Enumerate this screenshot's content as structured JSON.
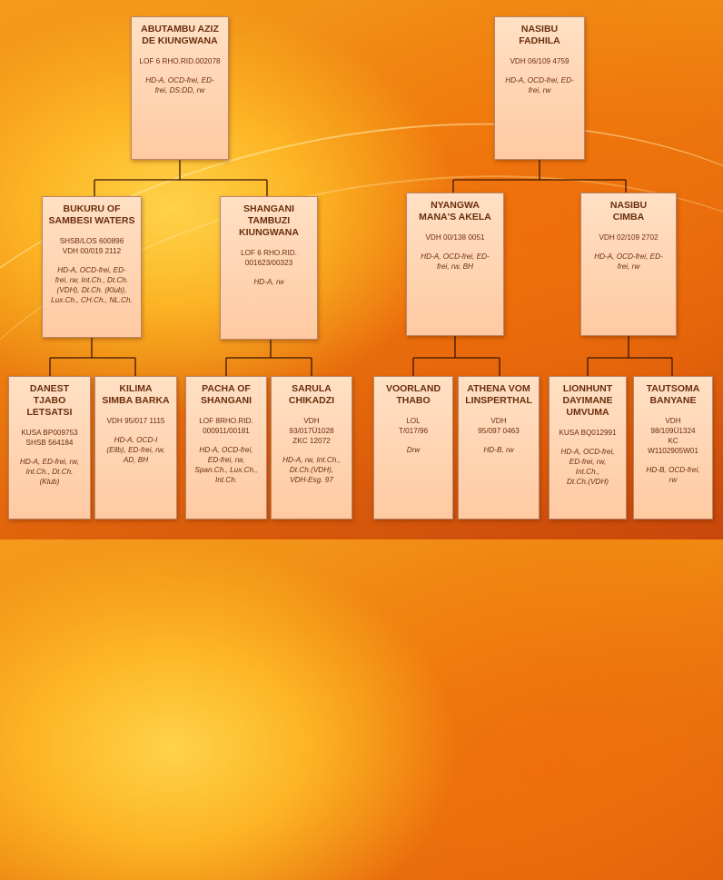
{
  "pedigree": [
    {
      "id": "g1a",
      "name": "ABUTAMBU AZIZ\nDE KIUNGWANA",
      "reg": "LOF 6 RHO.RID.002078",
      "health": "HD-A, OCD-frei, ED-\nfrei, DS:DD, rw"
    },
    {
      "id": "g1b",
      "name": "NASIBU\nFADHILA",
      "reg": "VDH 06/109 4759",
      "health": "HD-A, OCD-frei, ED-\nfrei, rw"
    },
    {
      "id": "g2a",
      "name": "BUKURU OF\nSAMBESI WATERS",
      "reg": "SHSB/LOS 600896\nVDH 00/019 2112",
      "health": "HD-A, OCD-frei, ED-\nfrei, rw, Int.Ch., Dt.Ch.\n(VDH), Dt.Ch. (Klub),\nLux.Ch., CH.Ch., NL.Ch."
    },
    {
      "id": "g2b",
      "name": "SHANGANI\nTAMBUZI\nKIUNGWANA",
      "reg": "LOF 6 RHO.RID.\n001623/00323",
      "health": "HD-A, rw"
    },
    {
      "id": "g2c",
      "name": "NYANGWA\nMANA'S AKELA",
      "reg": "VDH 00/138 0051",
      "health": "HD-A, OCD-frei, ED-\nfrei, rw, BH"
    },
    {
      "id": "g2d",
      "name": "NASIBU\nCIMBA",
      "reg": "VDH 02/109 2702",
      "health": "HD-A, OCD-frei, ED-\nfrei, rw"
    },
    {
      "id": "g3a",
      "name": "DANEST\nTJABO\nLETSATSI",
      "reg": "KUSA BP009753\nSHSB 564184",
      "health": "HD-A, ED-frei, rw,\nInt.Ch., Dt.Ch.\n(Klub)"
    },
    {
      "id": "g3b",
      "name": "KILIMA\nSIMBA BARKA",
      "reg": "VDH 95/017 1115",
      "health": "HD-A, OCD-I\n(Ellb), ED-frei, rw,\nAD, BH"
    },
    {
      "id": "g3c",
      "name": "PACHA OF\nSHANGANI",
      "reg": "LOF 8RHO.RID.\n000911/00181",
      "health": "HD-A, OCD-frei,\nED-frei, rw,\nSpan.Ch., Lux.Ch.,\nInt.Ch."
    },
    {
      "id": "g3d",
      "name": "SARULA\nCHIKADZI",
      "reg": "VDH\n93/017Ü1028\nZKC 12072",
      "health": "HD-A, rw, Int.Ch.,\nDt.Ch.(VDH),\nVDH-Esg. 97"
    },
    {
      "id": "g3e",
      "name": "VOORLAND\nTHABO",
      "reg": "LOL\nT/017/96",
      "health": "Drw"
    },
    {
      "id": "g3f",
      "name": "ATHENA VOM\nLINSPERTHAL",
      "reg": "VDH\n95/097 0463",
      "health": "HD-B, rw"
    },
    {
      "id": "g3g",
      "name": "LIONHUNT\nDAYIMANE\nUMVUMA",
      "reg": "KUSA BQ012991",
      "health": "HD-A, OCD-frei,\nED-frei, rw,\nInt.Ch.,\nDt.Ch.(VDH)"
    },
    {
      "id": "g3h",
      "name": "TAUTSOMA\nBANYANE",
      "reg": "VDH\n98/109Ü1324\nKC\nW1102905W01",
      "health": "HD-B, OCD-frei,\nrw"
    }
  ]
}
